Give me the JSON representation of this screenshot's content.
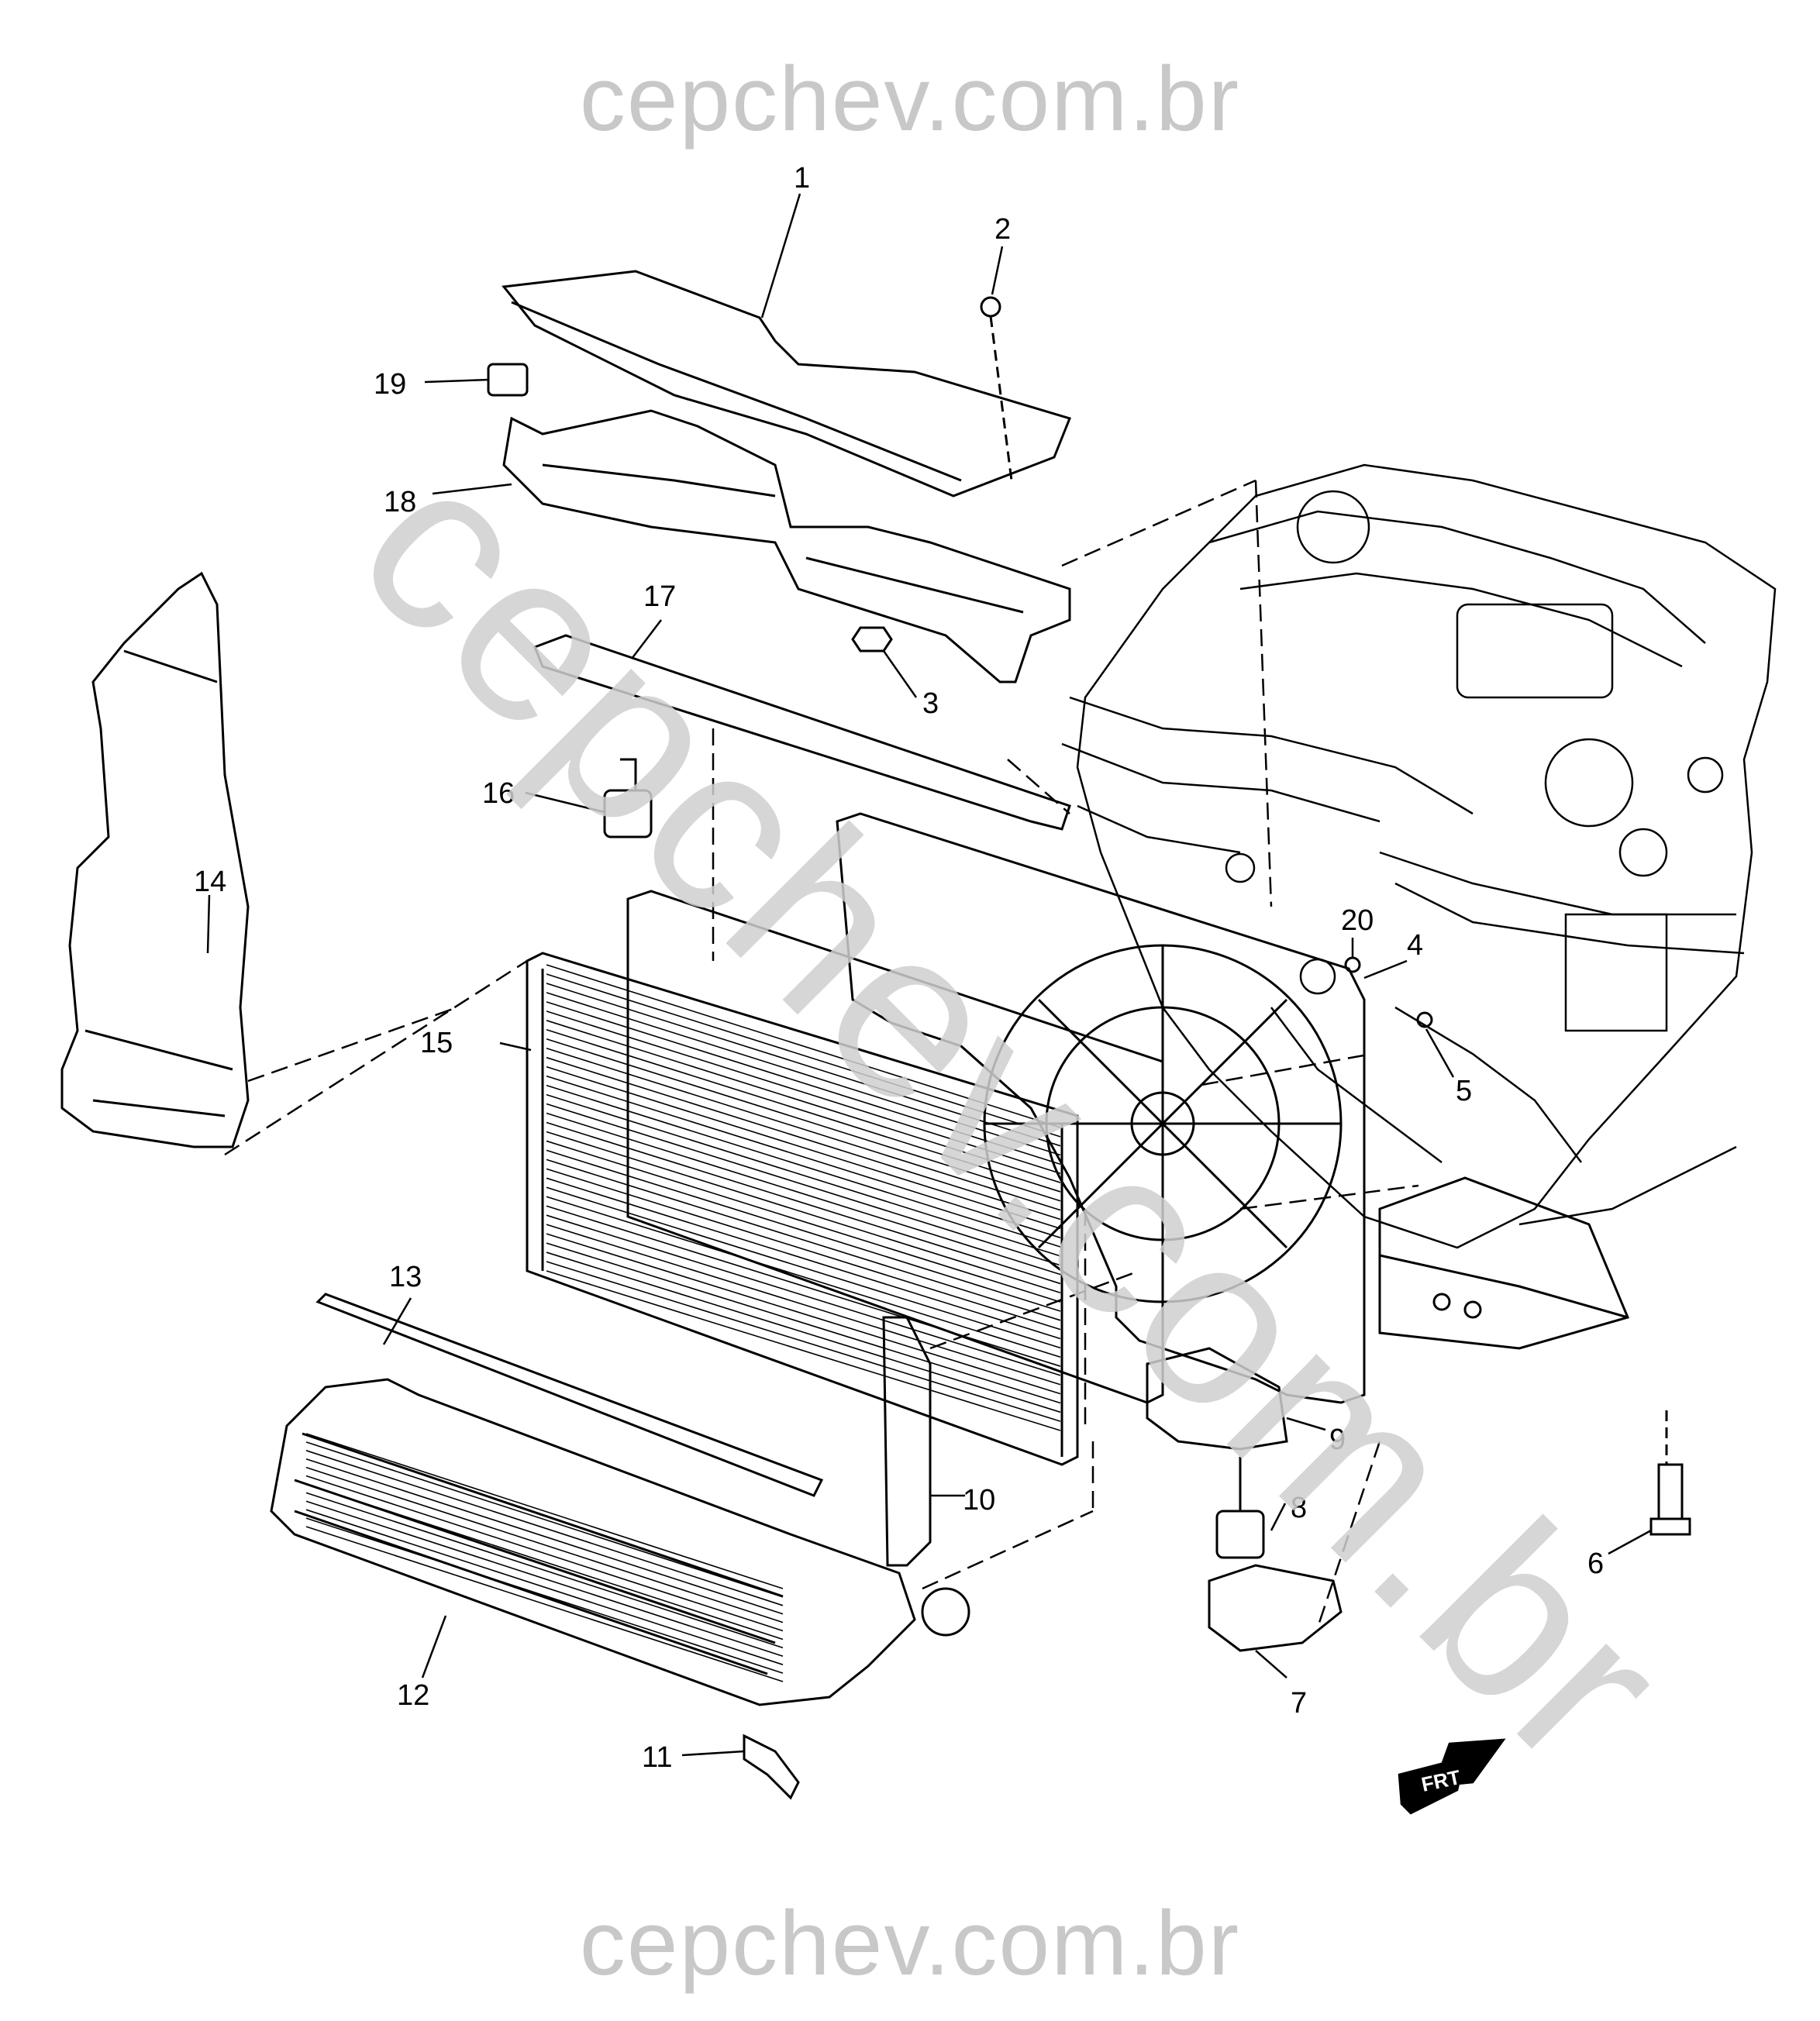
{
  "watermark": {
    "top": "cepchev.com.br",
    "bottom": "cepchev.com.br",
    "diagonal": "cepchev.com.br"
  },
  "orientation": {
    "label": "FRT"
  },
  "callouts": [
    "1",
    "2",
    "3",
    "4",
    "5",
    "6",
    "7",
    "8",
    "9",
    "10",
    "11",
    "12",
    "13",
    "14",
    "15",
    "16",
    "17",
    "18",
    "19",
    "20"
  ],
  "colors": {
    "line": "#000000",
    "watermark": "#c8c8c8"
  }
}
